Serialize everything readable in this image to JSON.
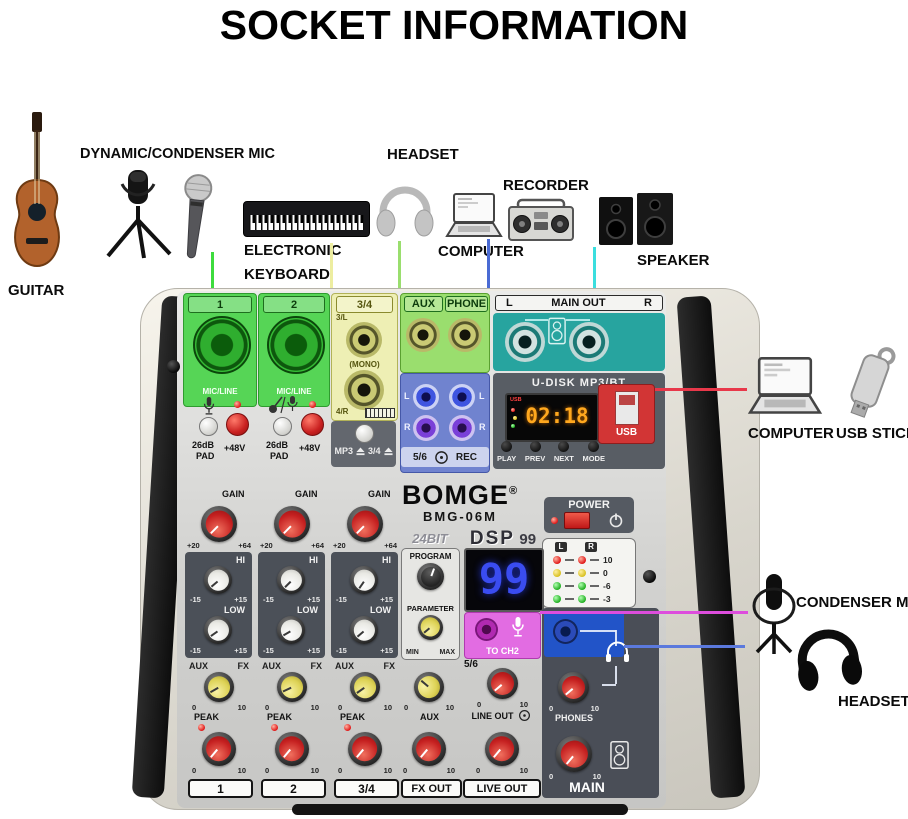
{
  "title": "SOCKET INFORMATION",
  "left": {
    "guitar": "GUITAR",
    "mic": "DYNAMIC/CONDENSER MIC",
    "kbd1": "ELECTRONIC",
    "kbd2": "KEYBOARD",
    "headset": "HEADSET",
    "computer": "COMPUTER",
    "recorder": "RECORDER",
    "speaker": "SPEAKER"
  },
  "right": {
    "computer": "COMPUTER",
    "usb": "USB STICK",
    "condenser": "CONDENSER MIC",
    "headset": "HEADSET"
  },
  "mixer": {
    "brand": "BOMGE",
    "reg": "®",
    "model": "BMG-06M",
    "sections": {
      "ch1": "1",
      "ch2": "2",
      "ch34": "3/4",
      "aux": "AUX",
      "phone": "PHONE",
      "main_l": "L",
      "main": "MAIN OUT",
      "main_r": "R"
    },
    "io": {
      "mic_line": "MIC/LINE",
      "pad1": "26dB",
      "pad2": "PAD",
      "p48": "+48V",
      "j3l": "3/L",
      "mono": "(MONO)",
      "j4r": "4/R",
      "mp3": "MP3",
      "e34": "3/4",
      "l": "L",
      "r": "R",
      "five6": "5/6",
      "rec": "REC"
    },
    "player": {
      "title": "U-DISK MP3/BT",
      "tag": "USB",
      "time": "02:18",
      "usb": "USB",
      "b1": "PLAY",
      "b2": "PREV",
      "b3": "NEXT",
      "b4": "MODE"
    },
    "power": "POWER",
    "meter": {
      "l": "L",
      "r": "R",
      "v1": "10",
      "v2": "0",
      "v3": "-6",
      "v4": "-3"
    },
    "strip": {
      "gain": "GAIN",
      "g_min": "+20",
      "g_max": "+64",
      "hi": "HI",
      "low": "LOW",
      "e_min": "-15",
      "e_max": "+15",
      "aux": "AUX",
      "fx": "FX",
      "k0": "0",
      "k10": "10",
      "peak": "PEAK",
      "c1": "1",
      "c2": "2",
      "c3": "3/4"
    },
    "dsp": {
      "bit": "24BIT",
      "prog": "PROGRAM",
      "param": "PARAMETER",
      "min": "MIN",
      "max": "MAX",
      "logo": "DSP",
      "n": "99",
      "disp": "99"
    },
    "out": {
      "toch2": "TO CH2",
      "five6": "5/6",
      "lineout": "LINE OUT",
      "aux": "AUX",
      "fxout": "FX OUT",
      "liveout": "LIVE OUT",
      "phones": "PHONES",
      "main": "MAIN"
    }
  },
  "colors": {
    "channel_green": "#56d556",
    "ch34_yellow": "#eeefb4",
    "auxphone_green": "#9ade6e",
    "rca_blue": "#7083cf",
    "main_teal": "#27a49f",
    "panel_dark": "#585d64",
    "usb_red": "#d23535",
    "display_orange": "#ffa81e",
    "dsp_blue": "#3a4cf0",
    "toch2_magenta": "#e26ce2",
    "monitor_blue": "#2254c8",
    "knob_red": "#d42525",
    "line_mic": "#3ddc3d",
    "line_keyboard": "#ededa0",
    "line_headset": "#9ade6e",
    "line_computer": "#4a6bd4",
    "line_speaker": "#3bdede",
    "line_usb": "#e8384a",
    "line_condenser": "#dd4ddd",
    "line_headset2": "#5b79dd"
  }
}
